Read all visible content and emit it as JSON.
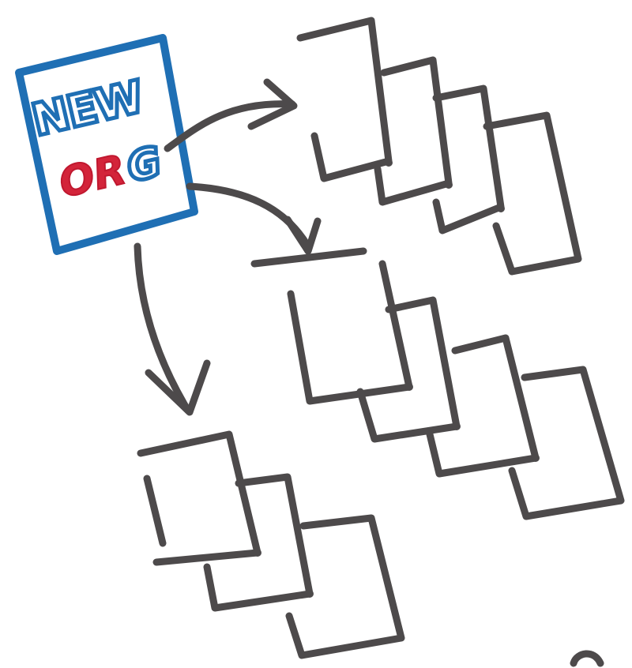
{
  "sticky_note": {
    "line1": "NEW",
    "line2_red": "OR",
    "line2_blue": "G",
    "frame_color": "#1f6fb4",
    "accent_color": "#d3243a"
  },
  "ink_color": "#4d4a4b",
  "connectors": [
    {
      "name": "arrow-to-top-right-cascade",
      "icon": "arrow-right-icon"
    },
    {
      "name": "arrow-to-middle-cascade",
      "icon": "arrow-down-icon"
    },
    {
      "name": "arrow-to-bottom-left-cascade",
      "icon": "arrow-down-icon"
    }
  ],
  "cascades": [
    {
      "name": "top-right-cascade",
      "count": 4
    },
    {
      "name": "middle-cascade",
      "count": 4
    },
    {
      "name": "bottom-left-cascade",
      "count": 3
    }
  ]
}
